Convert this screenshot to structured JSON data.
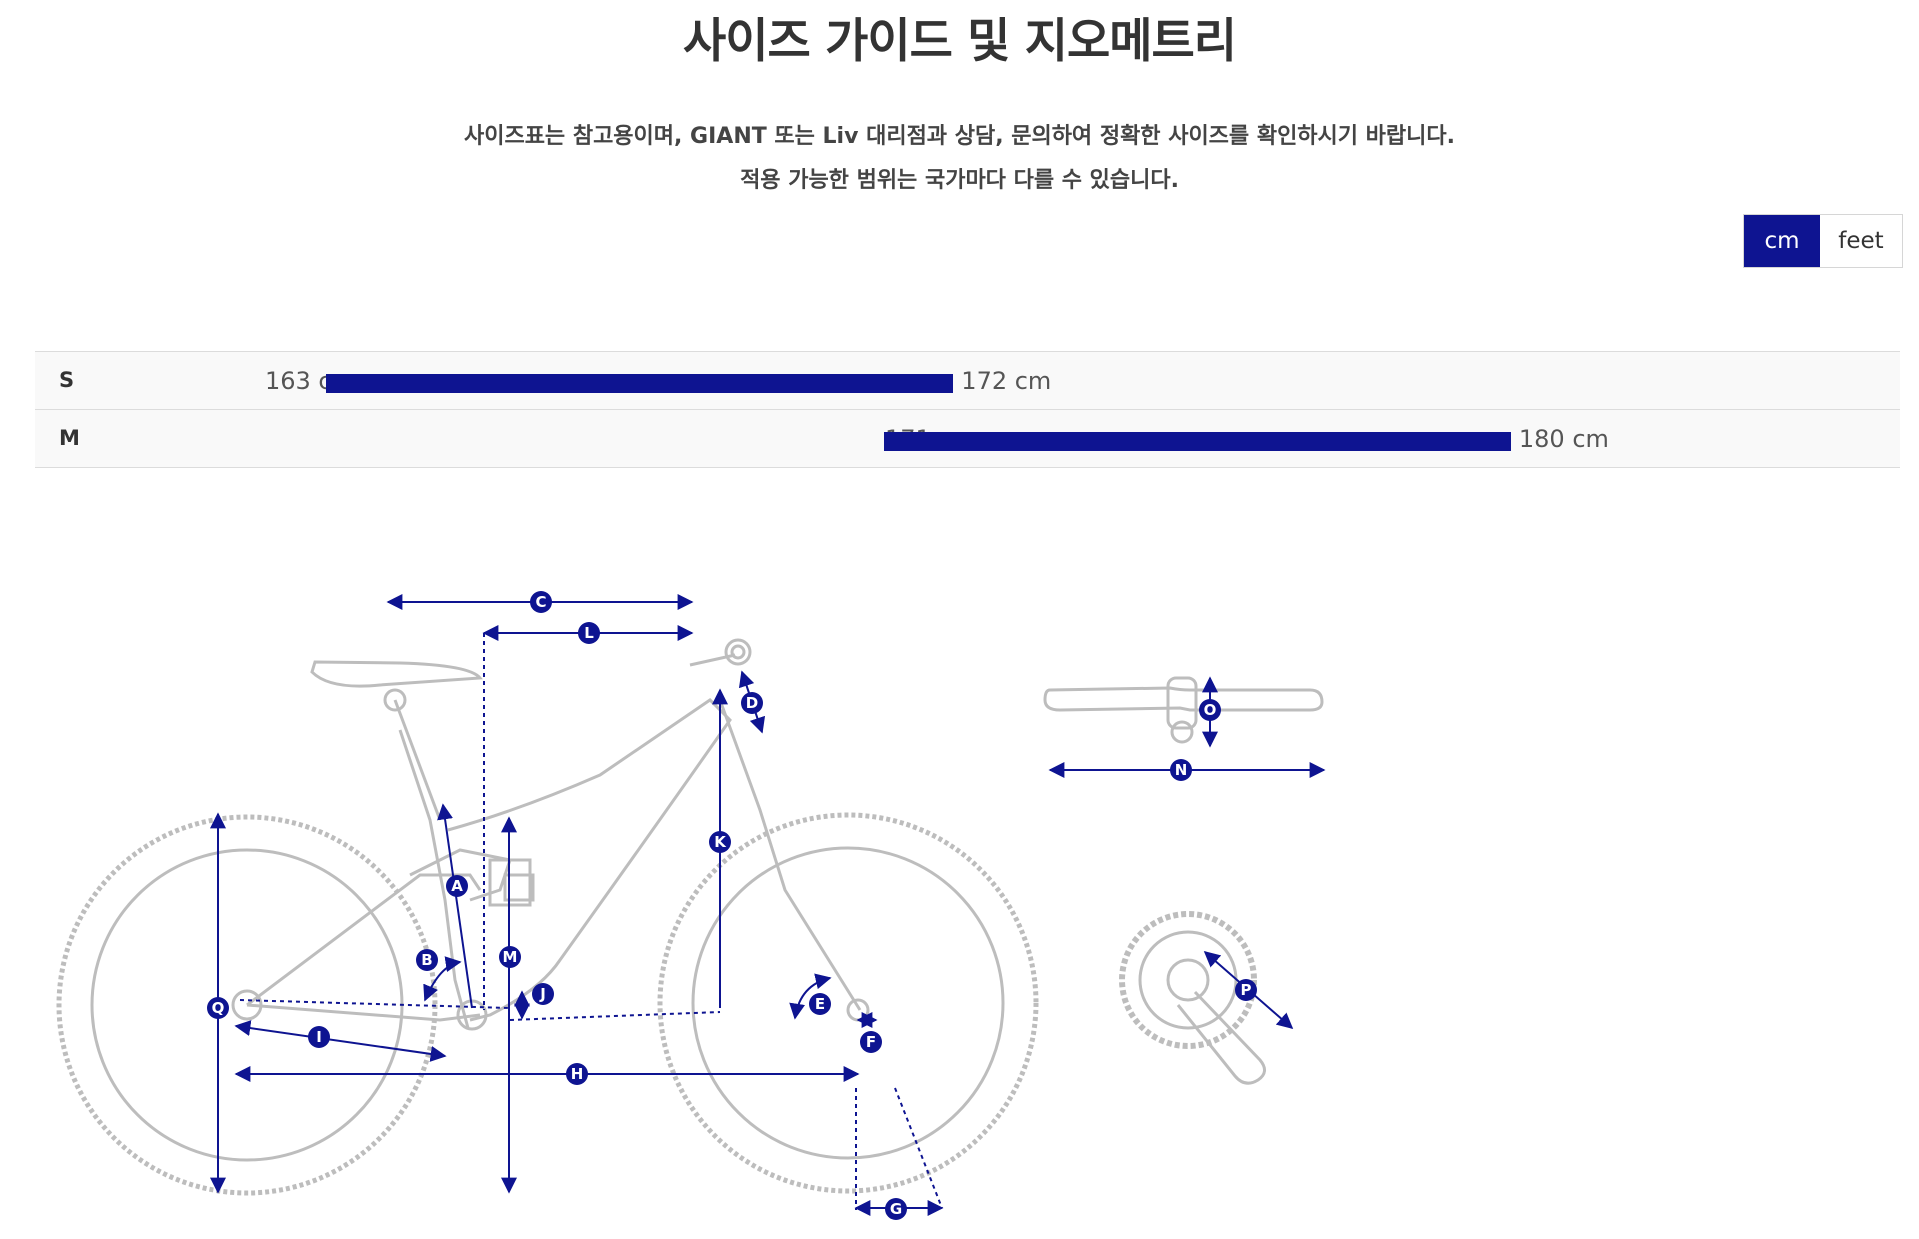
{
  "header": {
    "title": "사이즈 가이드 및 지오메트리",
    "notice_line1": "사이즈표는 참고용이며, GIANT 또는 Liv 대리점과 상담, 문의하여 정확한 사이즈를 확인하시기 바랍니다.",
    "notice_line2": "적용 가능한 범위는 국가마다 다를 수 있습니다."
  },
  "unit_toggle": {
    "options": [
      "cm",
      "feet"
    ],
    "selected": "cm"
  },
  "size_chart": {
    "accent_color": "#0e1491",
    "rows": [
      {
        "size": "S",
        "min_label": "163 cm",
        "max_label": "172 cm",
        "min": 163,
        "max": 172
      },
      {
        "size": "M",
        "min_label": "171 cm",
        "max_label": "180 cm",
        "min": 171,
        "max": 180
      }
    ]
  },
  "geometry_diagram": {
    "line_color": "#bdbdbd",
    "marker_color": "#0e1491",
    "labels": [
      "A",
      "B",
      "C",
      "D",
      "E",
      "F",
      "G",
      "H",
      "I",
      "J",
      "K",
      "L",
      "M",
      "N",
      "O",
      "P",
      "Q"
    ]
  }
}
